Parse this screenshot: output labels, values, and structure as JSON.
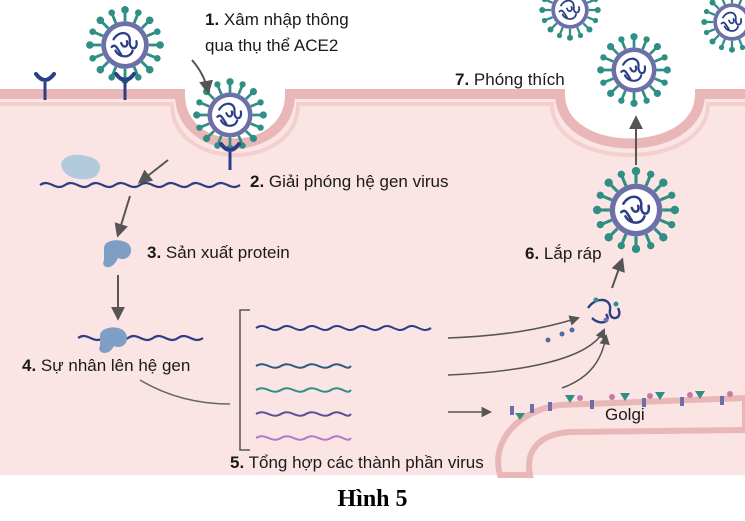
{
  "steps": [
    {
      "num": "1.",
      "text": "Xâm nhập thông",
      "text2": "qua thụ thể ACE2"
    },
    {
      "num": "2.",
      "text": "Giải phóng hệ gen virus"
    },
    {
      "num": "3.",
      "text": "Sản xuất protein"
    },
    {
      "num": "4.",
      "text": "Sự nhân lên hệ gen"
    },
    {
      "num": "5.",
      "text": "Tổng hợp các thành phần virus"
    },
    {
      "num": "6.",
      "text": "Lắp ráp"
    },
    {
      "num": "7.",
      "text": "Phóng thích"
    }
  ],
  "organelle_label": "Golgi",
  "caption": "Hình 5",
  "colors": {
    "cell": "#fbe4e4",
    "membrane": "#e9b7b7",
    "virus_spike": "#2f8f85",
    "virus_envelope": "#6c6fa8",
    "rna": "#2b3f86",
    "protein": "#7f9ec6",
    "arrow": "#555555"
  }
}
